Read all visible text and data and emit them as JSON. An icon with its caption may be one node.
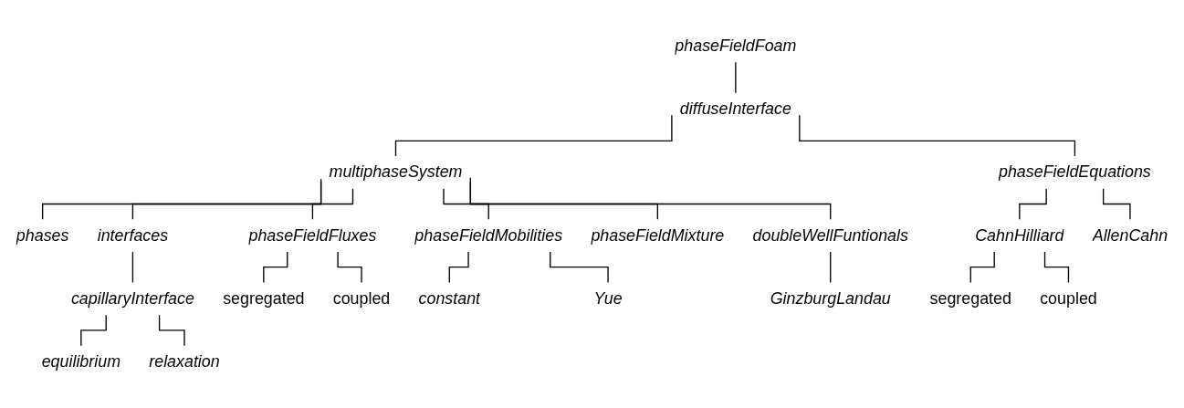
{
  "diagram": {
    "nodes": [
      {
        "text": [
          "phaseFieldFoam"
        ]
      },
      {
        "text": [
          "diffuseInterface"
        ]
      },
      {
        "text": [
          "multiphaseSystem"
        ]
      },
      {
        "text": [
          "phaseFieldEquations"
        ]
      },
      {
        "text": [
          "phases"
        ]
      },
      {
        "text": [
          "interfaces"
        ]
      },
      {
        "text": [
          "phaseFieldFluxes"
        ]
      },
      {
        "text": [
          "phaseFieldMobilities"
        ]
      },
      {
        "text": [
          "phaseFieldMixture"
        ]
      },
      {
        "text": [
          "doubleWellFuntionals"
        ]
      },
      {
        "text": [
          "CahnHilliard"
        ]
      },
      {
        "text": [
          "AllenCahn"
        ]
      },
      {
        "text": [
          "capillaryInterface"
        ]
      },
      {
        "text": [
          "segregated"
        ]
      },
      {
        "text": [
          "coupled"
        ]
      },
      {
        "text": [
          "constant"
        ]
      },
      {
        "text": [
          "Yue"
        ]
      },
      {
        "text": [
          "GinzburgLandau"
        ]
      },
      {
        "text": [
          "segregated"
        ]
      },
      {
        "text": [
          "coupled"
        ]
      },
      {
        "text": [
          "equilibrium"
        ]
      },
      {
        "text": [
          "relaxation"
        ]
      }
    ],
    "edges": [
      {
        "from": 0,
        "to": 1,
        "arrow": "none"
      },
      {
        "from": 1,
        "to": 2,
        "arrow": "none"
      },
      {
        "from": 1,
        "to": 3,
        "arrow": "none"
      },
      {
        "from": 2,
        "to": 4,
        "arrow": "none"
      },
      {
        "from": 2,
        "to": 5,
        "arrow": "none"
      },
      {
        "from": 2,
        "to": 6,
        "arrow": "none"
      },
      {
        "from": 2,
        "to": 7,
        "arrow": "none"
      },
      {
        "from": 2,
        "to": 8,
        "arrow": "none"
      },
      {
        "from": 2,
        "to": 9,
        "arrow": "none"
      },
      {
        "from": 3,
        "to": 10,
        "arrow": "none"
      },
      {
        "from": 3,
        "to": 11,
        "arrow": "none"
      },
      {
        "from": 5,
        "to": 12,
        "arrow": "none"
      },
      {
        "from": 6,
        "to": 13,
        "arrow": "none"
      },
      {
        "from": 6,
        "to": 14,
        "arrow": "none"
      },
      {
        "from": 7,
        "to": 15,
        "arrow": "none"
      },
      {
        "from": 7,
        "to": 16,
        "arrow": "none"
      },
      {
        "from": 9,
        "to": 17,
        "arrow": "none"
      },
      {
        "from": 10,
        "to": 18,
        "arrow": "none"
      },
      {
        "from": 10,
        "to": 19,
        "arrow": "none"
      },
      {
        "from": 12,
        "to": 20,
        "arrow": "none"
      },
      {
        "from": 12,
        "to": 21,
        "arrow": "none"
      }
    ]
  }
}
